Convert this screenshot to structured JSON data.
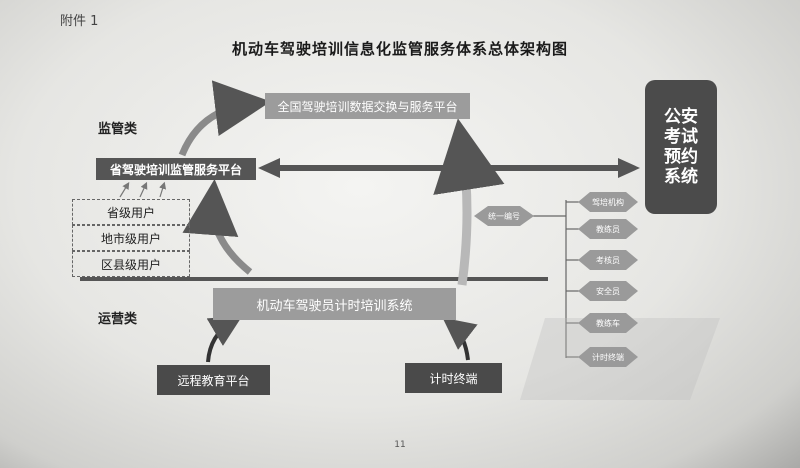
{
  "attachment": "附件 1",
  "title": "机动车驾驶培训信息化监管服务体系总体架构图",
  "categories": {
    "supervision": "监管类",
    "operation": "运营类"
  },
  "national_platform": "全国驾驶培训数据交换与服务平台",
  "provincial_platform": "省驾驶培训监管服务平台",
  "user_levels": [
    "省级用户",
    "地市级用户",
    "区县级用户"
  ],
  "police_system": [
    "公安",
    "考试",
    "预约",
    "系统"
  ],
  "timing_system": "机动车驾驶员计时培训系统",
  "remote_platform": "远程教育平台",
  "timing_terminal": "计时终端",
  "unified_code": "统一编号",
  "code_items": [
    "驾培机构",
    "教练员",
    "考核员",
    "安全员",
    "教练车",
    "计时终端"
  ],
  "page_number": "11",
  "colors": {
    "dark": "#4a4a4a",
    "light": "#9c9c9c",
    "line": "#555555"
  }
}
